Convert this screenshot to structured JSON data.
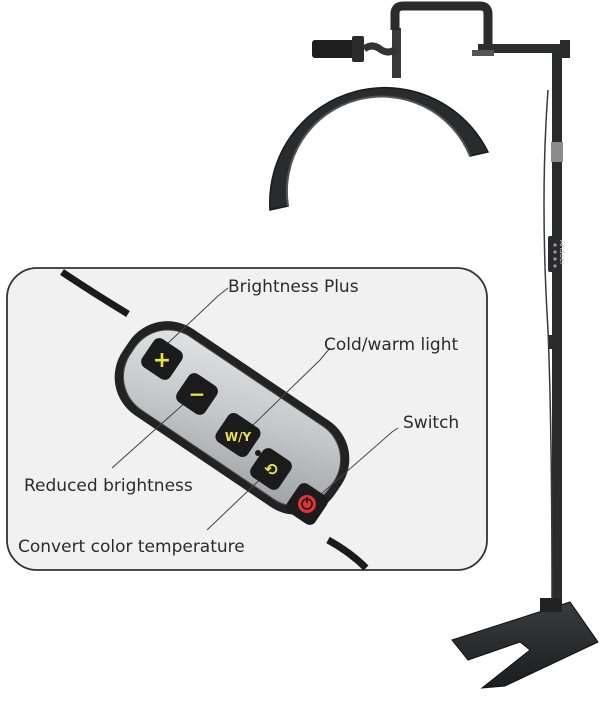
{
  "callouts": {
    "brightness_plus": "Brightness Plus",
    "cold_warm_light": "Cold/warm light",
    "switch": "Switch",
    "reduced_brightness": "Reduced brightness",
    "convert_color_temperature": "Convert color temperature"
  },
  "remote": {
    "plus_glyph": "+",
    "minus_glyph": "−",
    "wy_glyph": "W/Y",
    "cycle_glyph": "⟲"
  },
  "stand": {
    "brand_text": "Andoer"
  },
  "colors": {
    "lamp_black": "#2a2b2d",
    "remote_silver": "#c4c6c9",
    "button_text": "#e9e34a",
    "power_red": "#d6383a",
    "label_text": "#2b2b2b",
    "inset_border": "#333333"
  }
}
